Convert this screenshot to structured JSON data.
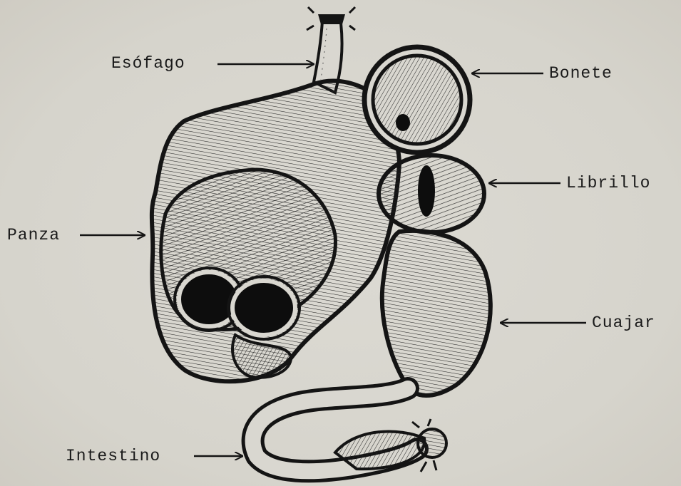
{
  "labels": {
    "esofago": "Esófago",
    "bonete": "Bonete",
    "librillo": "Librillo",
    "panza": "Panza",
    "cuajar": "Cuajar",
    "intestino": "Intestino"
  },
  "colors": {
    "paper": "#d9d7d0",
    "ink": "#141414"
  }
}
